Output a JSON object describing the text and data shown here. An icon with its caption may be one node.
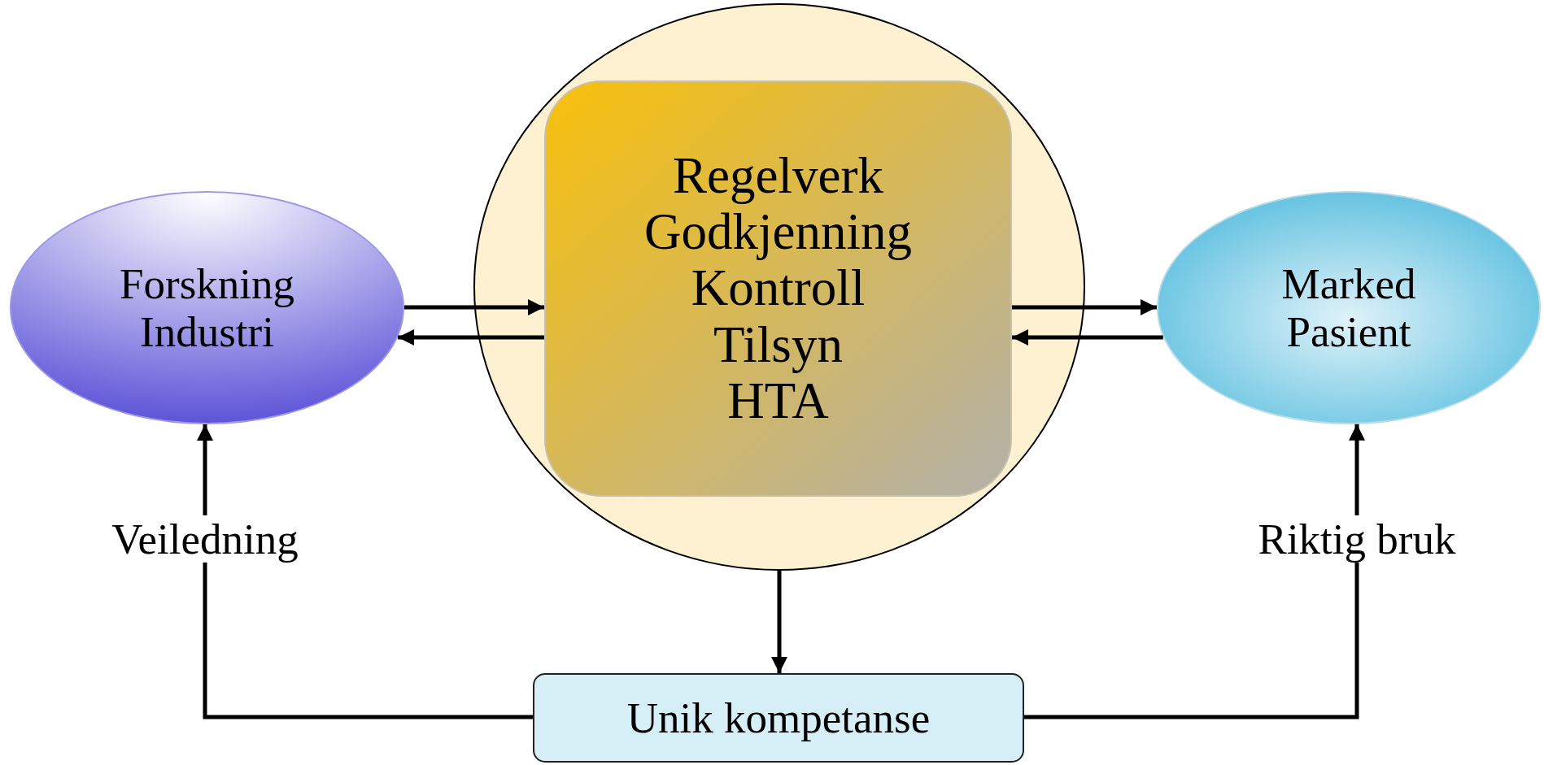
{
  "diagram": {
    "nodes": [
      {
        "text": [
          "Forskning",
          "Industri"
        ]
      },
      {
        "text": [],
        "shape": "circle"
      },
      {
        "text": [
          "Regelverk",
          "Godkjenning",
          "Kontroll",
          "Tilsyn",
          "HTA"
        ],
        "in": 1
      },
      {
        "text": [
          "Marked",
          "Pasient"
        ]
      },
      {
        "text": [
          "Unik kompetanse"
        ]
      }
    ],
    "edges": [
      {
        "from": 0,
        "to": 2,
        "arrow": "to"
      },
      {
        "from": 2,
        "to": 0,
        "arrow": "to"
      },
      {
        "from": 2,
        "to": 3,
        "arrow": "to"
      },
      {
        "from": 3,
        "to": 2,
        "arrow": "to"
      },
      {
        "from": 1,
        "to": 4,
        "arrow": "to"
      },
      {
        "from": 4,
        "to": 0,
        "arrow": "to",
        "label": "Veiledning"
      },
      {
        "from": 4,
        "to": 3,
        "arrow": "to",
        "label": "Riktig bruk"
      }
    ]
  }
}
